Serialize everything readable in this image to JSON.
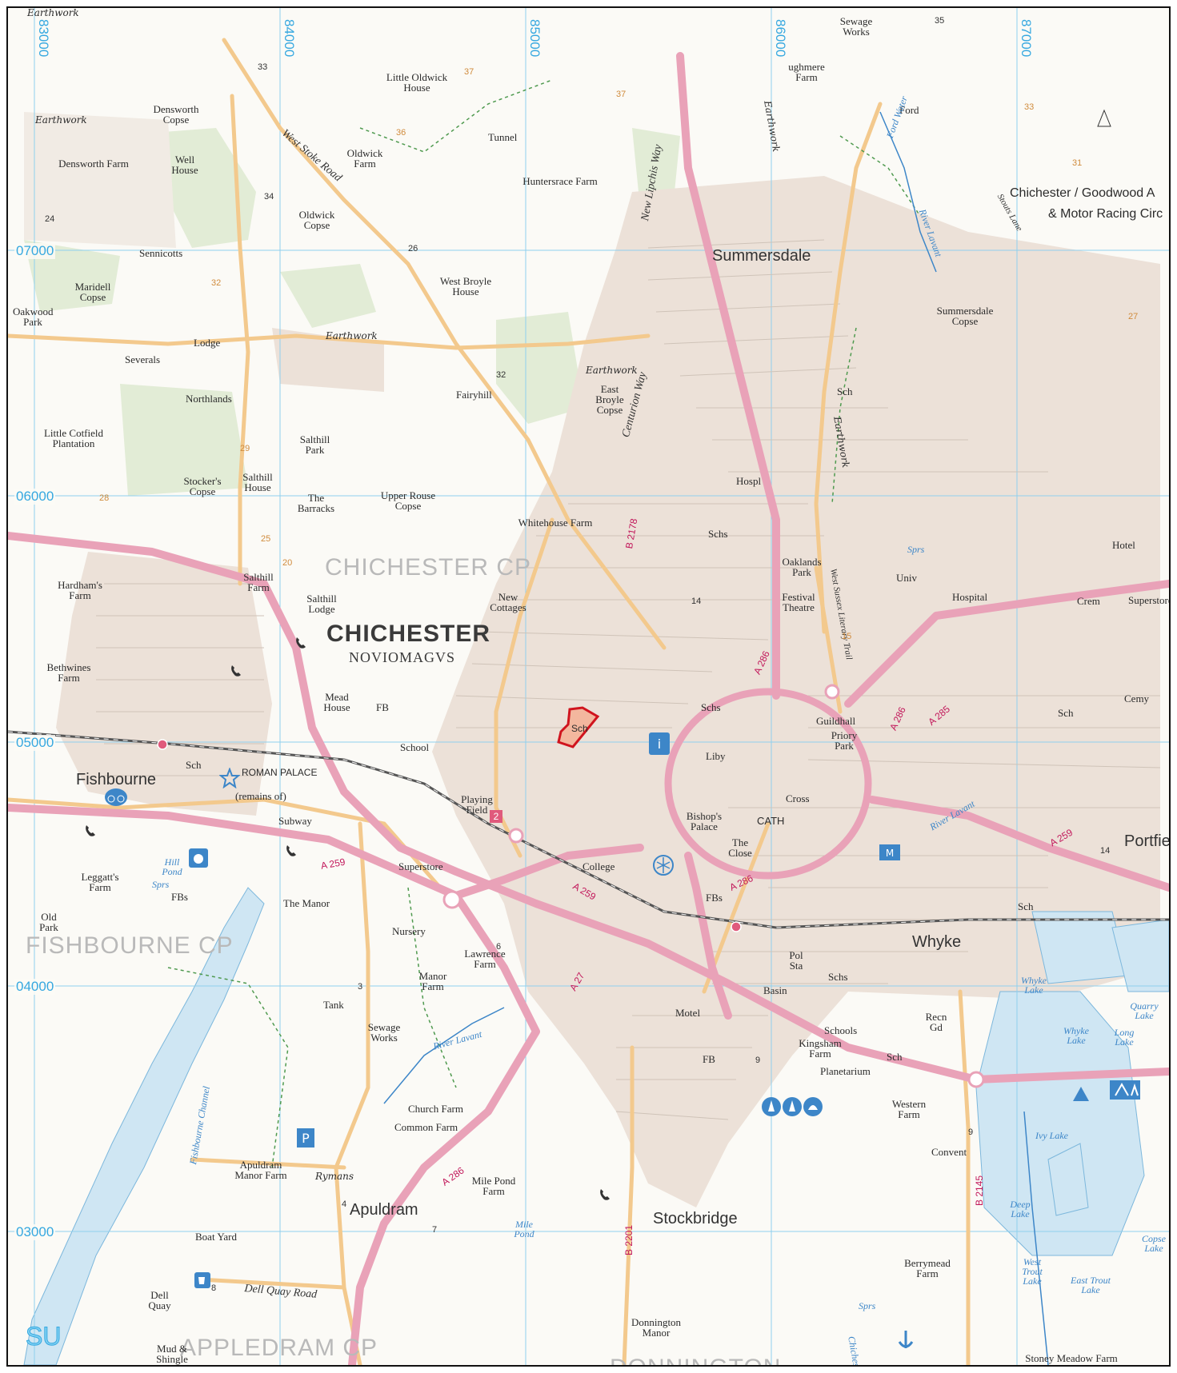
{
  "map": {
    "grid_square": "SU",
    "eastings": [
      "83000",
      "84000",
      "85000",
      "86000",
      "87000"
    ],
    "northings": [
      "07000",
      "06000",
      "05000",
      "04000",
      "03000"
    ],
    "site": {
      "label": "Sch",
      "outline_color": "#d0141e",
      "fill_color": "#f3b79e"
    },
    "colors": {
      "main_road": "#e9a2b8",
      "minor_road": "#f3c98d",
      "grid_line": "#8fd0ee",
      "water": "#cfe6f3",
      "woodland": "#e2ecd6",
      "urban": "#e9ddd4",
      "railway": "#555555"
    },
    "places": {
      "chichester": "CHICHESTER",
      "noviomagvs": "NOVIOMAGVS",
      "summersdale": "Summersdale",
      "fishbourne": "Fishbourne",
      "whyke": "Whyke",
      "stockbridge": "Stockbridge",
      "apuldram": "Apuldram",
      "portfield": "Portfield"
    },
    "parishes": {
      "chichester_cp": "CHICHESTER CP",
      "fishbourne_cp": "FISHBOURNE CP",
      "appledram_cp": "APPLEDRAM CP",
      "donnington": "DONNINGTON"
    },
    "features": {
      "earthwork_1": "Earthwork",
      "earthwork_2": "Earthwork",
      "earthwork_3": "Earthwork",
      "earthwork_4": "Earthwork",
      "earthwork_5": "Earthwork",
      "earthwork_6": "Earthwork",
      "little_oldwick": "Little Oldwick House",
      "tunnel": "Tunnel",
      "densworth_copse": "Densworth Copse",
      "densworth_farm": "Densworth Farm",
      "well_house": "Well House",
      "oldwick_farm": "Oldwick Farm",
      "huntersrace": "Huntersrace Farm",
      "oldwick_copse": "Oldwick Copse",
      "sennicotts": "Sennicotts",
      "maridell": "Maridell Copse",
      "oakwood_park": "Oakwood Park",
      "west_broyle": "West Broyle House",
      "lodge": "Lodge",
      "severals": "Severals",
      "northlands": "Northlands",
      "fairyhill": "Fairyhill",
      "east_broyle": "East Broyle Copse",
      "little_cotfield": "Little Cotfield Plantation",
      "salthill_park": "Salthill Park",
      "stockers_copse": "Stocker's Copse",
      "salthill_house": "Salthill House",
      "the_barracks": "The Barracks",
      "upper_rouse": "Upper Rouse Copse",
      "whitehouse_farm": "Whitehouse Farm",
      "hardhams": "Hardham's Farm",
      "salthill_farm": "Salthill Farm",
      "salthill_lodge": "Salthill Lodge",
      "new_cottages": "New Cottages",
      "bethwines": "Bethwines Farm",
      "mead_house": "Mead House",
      "fb_1": "FB",
      "school": "School",
      "sch_1": "Sch",
      "roman_palace": "ROMAN PALACE",
      "remains_of": "(remains of)",
      "subway": "Subway",
      "playing_field": "Playing Field",
      "college": "College",
      "superstore": "Superstore",
      "the_manor": "The Manor",
      "nursery": "Nursery",
      "leggatts": "Leggatt's Farm",
      "fbs_1": "FBs",
      "old_park": "Old Park",
      "lawrence_farm": "Lawrence Farm",
      "manor_farm": "Manor Farm",
      "tank": "Tank",
      "sewage_works_1": "Sewage Works",
      "sewage_works_2": "Sewage Works",
      "church_farm": "Church Farm",
      "common_farm": "Common Farm",
      "apuldram_manor": "Apuldram Manor Farm",
      "rymans": "Rymans",
      "mile_pond_farm": "Mile Pond Farm",
      "mile_pond": "Mile Pond",
      "boat_yard": "Boat Yard",
      "dell_quay": "Dell Quay",
      "mud_shingle": "Mud & Shingle",
      "donnington_manor": "Donnington Manor",
      "ughmere": "ughmere Farm",
      "ford": "Ford",
      "chichester_goodwood": "Chichester / Goodwood A",
      "motor_racing": "& Motor Racing Circ",
      "summersdale_copse": "Summersdale Copse",
      "schs_1": "Schs",
      "schs_2": "Schs",
      "schs_3": "Schs",
      "sch_2": "Sch",
      "sch_3": "Sch",
      "sch_4": "Sch",
      "sch_5": "Sch",
      "hospl": "Hospl",
      "oaklands_park": "Oaklands Park",
      "festival_theatre": "Festival Theatre",
      "univ": "Univ",
      "hospital": "Hospital",
      "hotel": "Hotel",
      "crem": "Crem",
      "superstore_2": "Superstore",
      "cemy": "Cemy",
      "guildhall": "Guildhall",
      "priory_park": "Priory Park",
      "liby": "Liby",
      "cross": "Cross",
      "bishops_palace": "Bishop's Palace",
      "cath": "CATH",
      "the_close": "The Close",
      "fbs_2": "FBs",
      "pol_sta": "Pol Sta",
      "basin": "Basin",
      "motel": "Motel",
      "schools": "Schools",
      "kingsham_farm": "Kingsham Farm",
      "planetarium": "Planetarium",
      "recn_gd": "Recn Gd",
      "fb_2": "FB",
      "western_farm": "Western Farm",
      "convent": "Convent",
      "ivy_lake": "Ivy Lake",
      "whyke_lake": "Whyke Lake",
      "whyke_lake_2": "Whyke Lake",
      "quarry_lake": "Quarry Lake",
      "long_lake": "Long Lake",
      "deep_lake": "Deep Lake",
      "west_trout": "West Trout Lake",
      "east_trout": "East Trout Lake",
      "copse_lake": "Copse Lake",
      "berrymead": "Berrymead Farm",
      "stoney_meadow": "Stoney Meadow Farm",
      "sprs_1": "Sprs",
      "sprs_2": "Sprs",
      "sprs_3": "Sprs"
    },
    "roads": {
      "west_stoke": "West Stoke Road",
      "new_lipchis": "New Lipchis Way",
      "centurion": "Centurion Way",
      "dell_quay_rd": "Dell Quay Road",
      "stouts_lane": "Stouts Lane",
      "west_sussex_trail": "West Sussex Literary Trail",
      "a286_1": "A 286",
      "a286_2": "A 286",
      "a286_3": "A 286",
      "a286_4": "A 286",
      "a259_1": "A 259",
      "a259_2": "A 259",
      "a259_3": "A 259",
      "a27": "A 27",
      "b2178": "B 2178",
      "b2201": "B 2201",
      "b2145": "B 2145",
      "a285": "A 285"
    },
    "water": {
      "river_lavant_1": "River Lavant",
      "river_lavant_2": "River Lavant",
      "river_lavant_3": "River Lavant",
      "fishbourne_channel": "Fishbourne Channel",
      "chichester_canal": "Chichester Canal",
      "hill_pond": "Hill Pond",
      "fordwater": "Ford Water"
    },
    "heights": {
      "h33": "33",
      "h24": "24",
      "h34": "34",
      "h26": "26",
      "h32": "32",
      "h14": "14",
      "h35": "35",
      "h6": "6",
      "h3": "3",
      "h4": "4",
      "h7": "7",
      "h8": "8",
      "h9a": "9",
      "h9b": "9",
      "h14b": "14"
    },
    "contours": {
      "c37a": "37",
      "c37b": "37",
      "c36": "36",
      "c32": "32",
      "c29": "29",
      "c28": "28",
      "c25": "25",
      "c20": "20",
      "c15": "15",
      "c27": "27",
      "c31": "31",
      "c33": "33"
    },
    "route_no": "2"
  }
}
